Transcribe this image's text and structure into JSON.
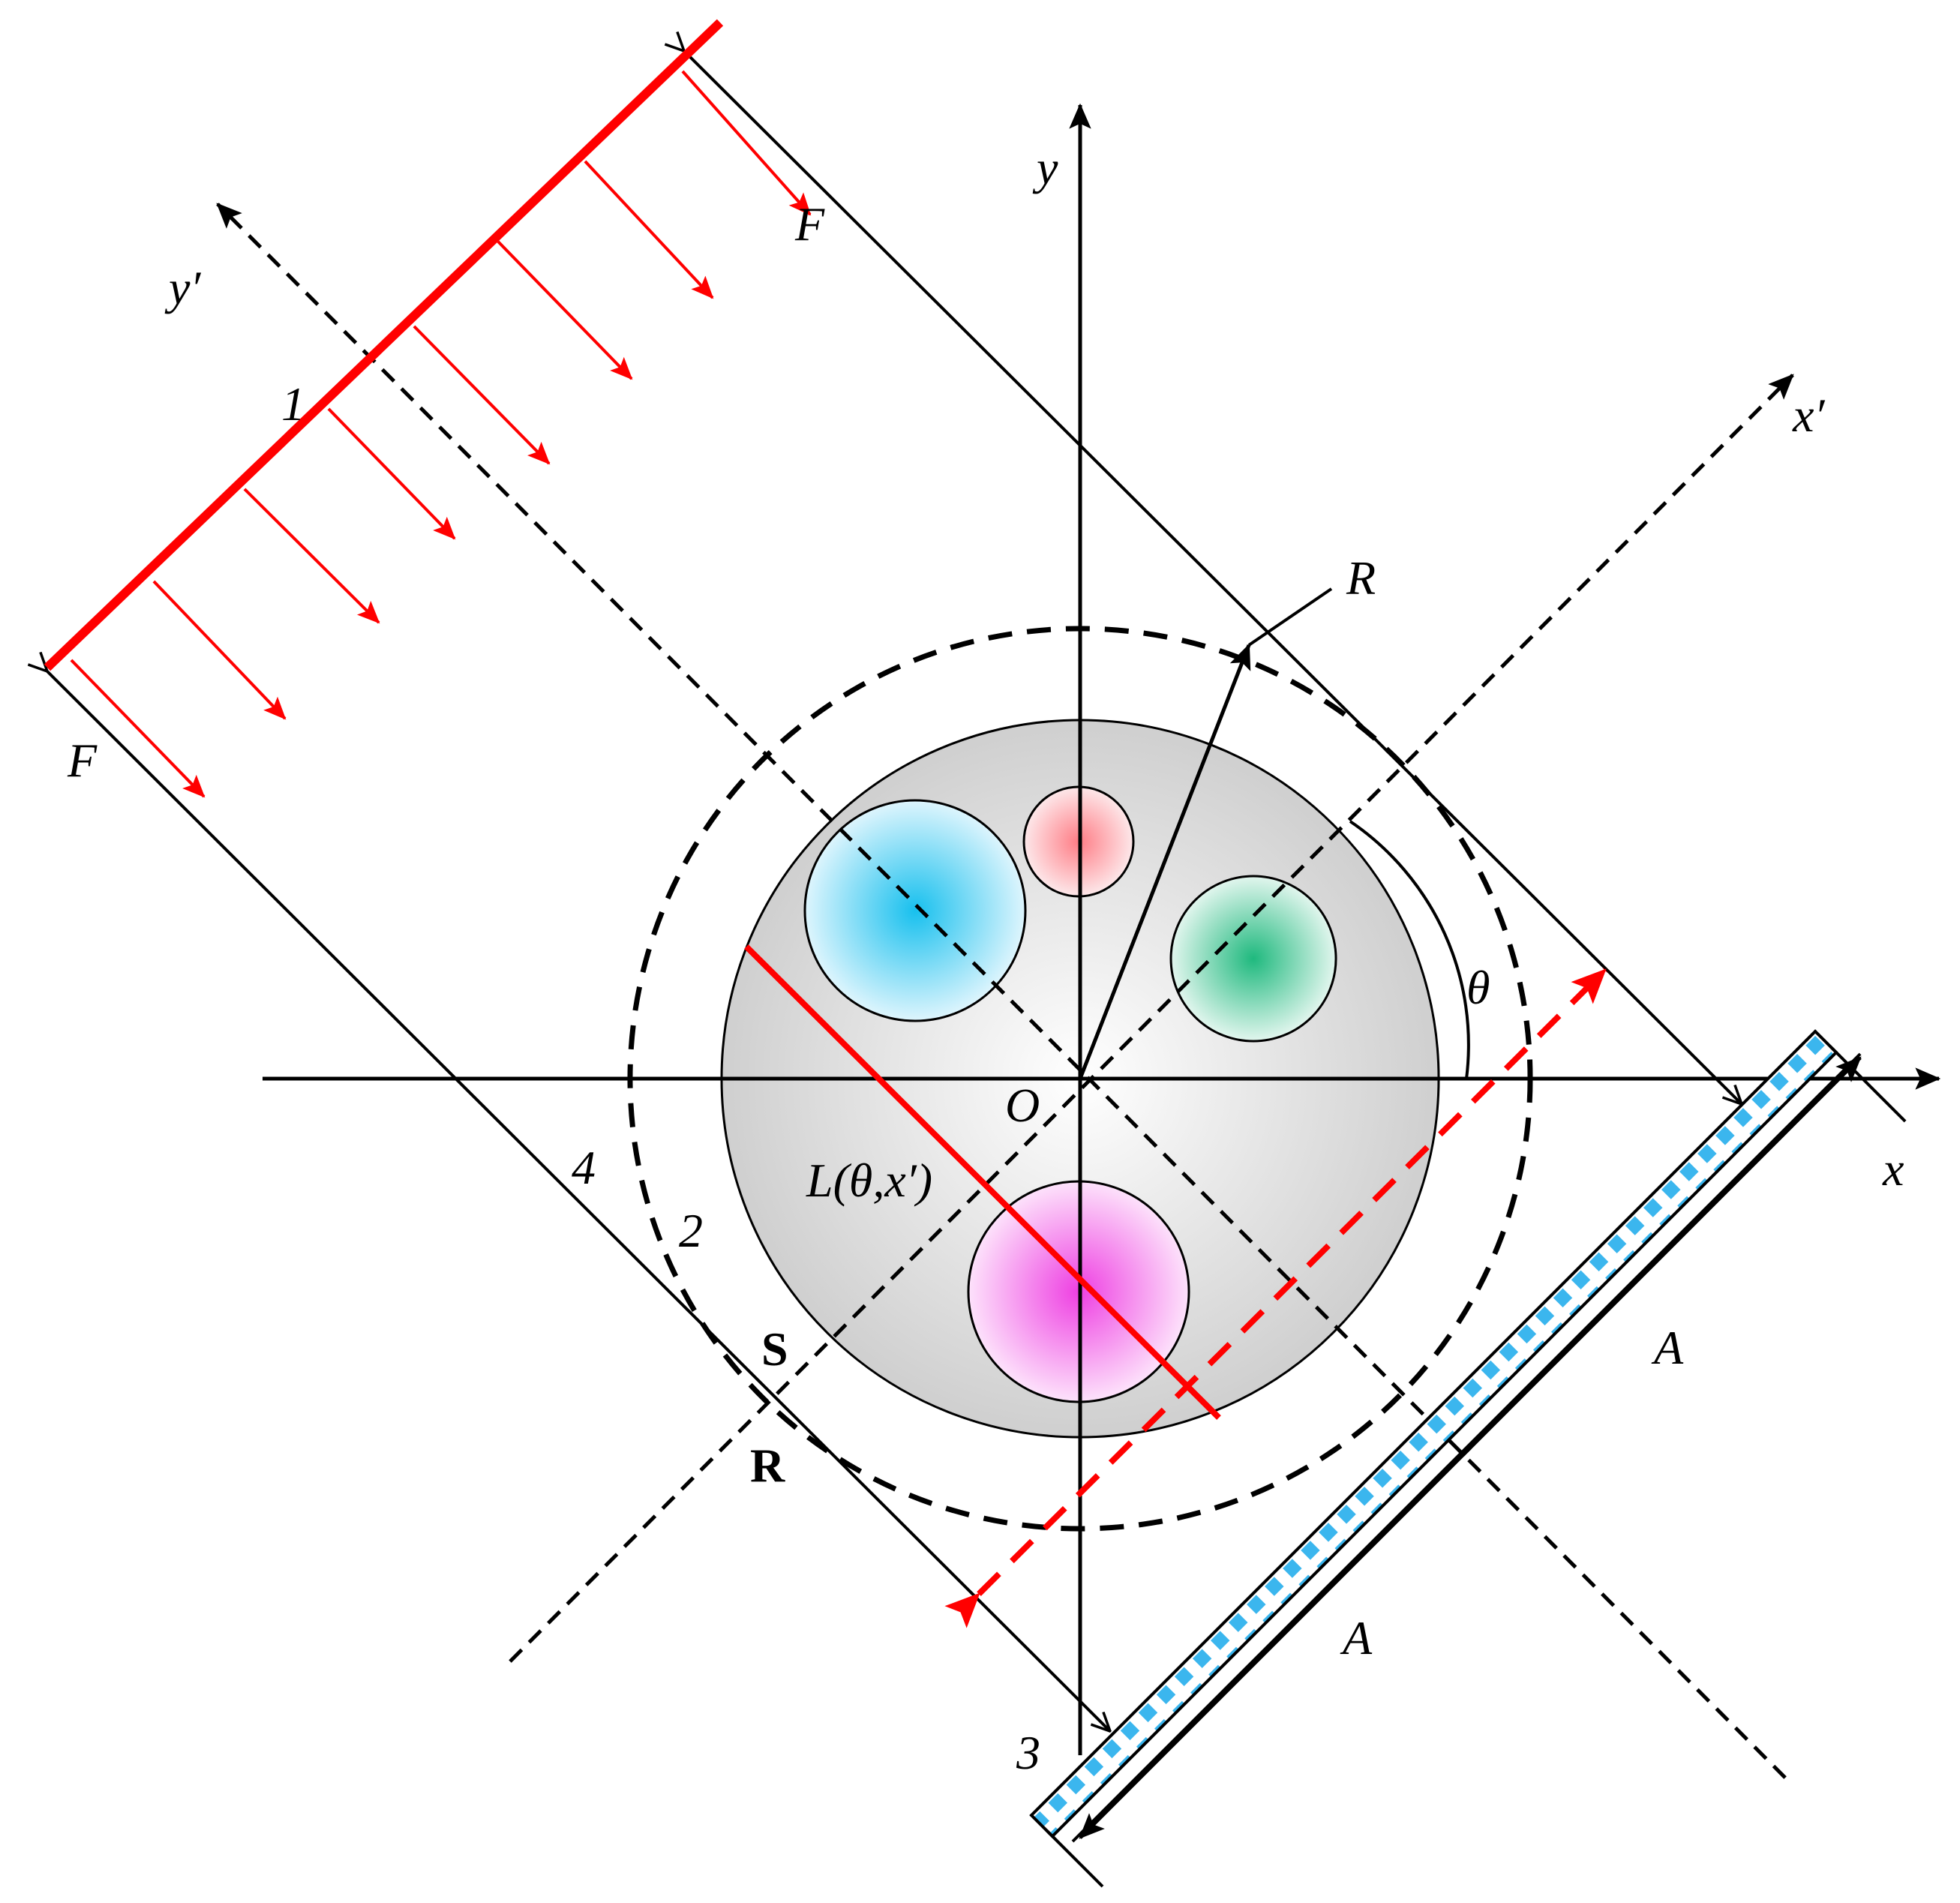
{
  "colors": {
    "source": "#ff0000",
    "ray": "#ff0000",
    "ink": "#000000",
    "phantom_fill": "#d9d9d9",
    "inclusion_top": "#ff9aa2",
    "inclusion_left": "#33c6ef",
    "inclusion_right": "#2ec088",
    "inclusion_bottom": "#ef5fe6",
    "detector": "#3bb6ee"
  },
  "labels": {
    "y": "y",
    "x": "x",
    "y_prime": "y′",
    "x_prime": "x′",
    "origin": "O",
    "radius": "R",
    "theta": "θ",
    "force_top": "F",
    "force_left": "F",
    "num1": "1",
    "num2": "2",
    "num3": "3",
    "num4": "4",
    "line_integral": "L(θ,x′)",
    "s": "S",
    "r": "R",
    "width_a_right": "A",
    "width_a_bottom": "A"
  },
  "icons": {
    "axis_arrow": "arrowhead-icon",
    "force_arrow": "red-arrow-icon"
  }
}
